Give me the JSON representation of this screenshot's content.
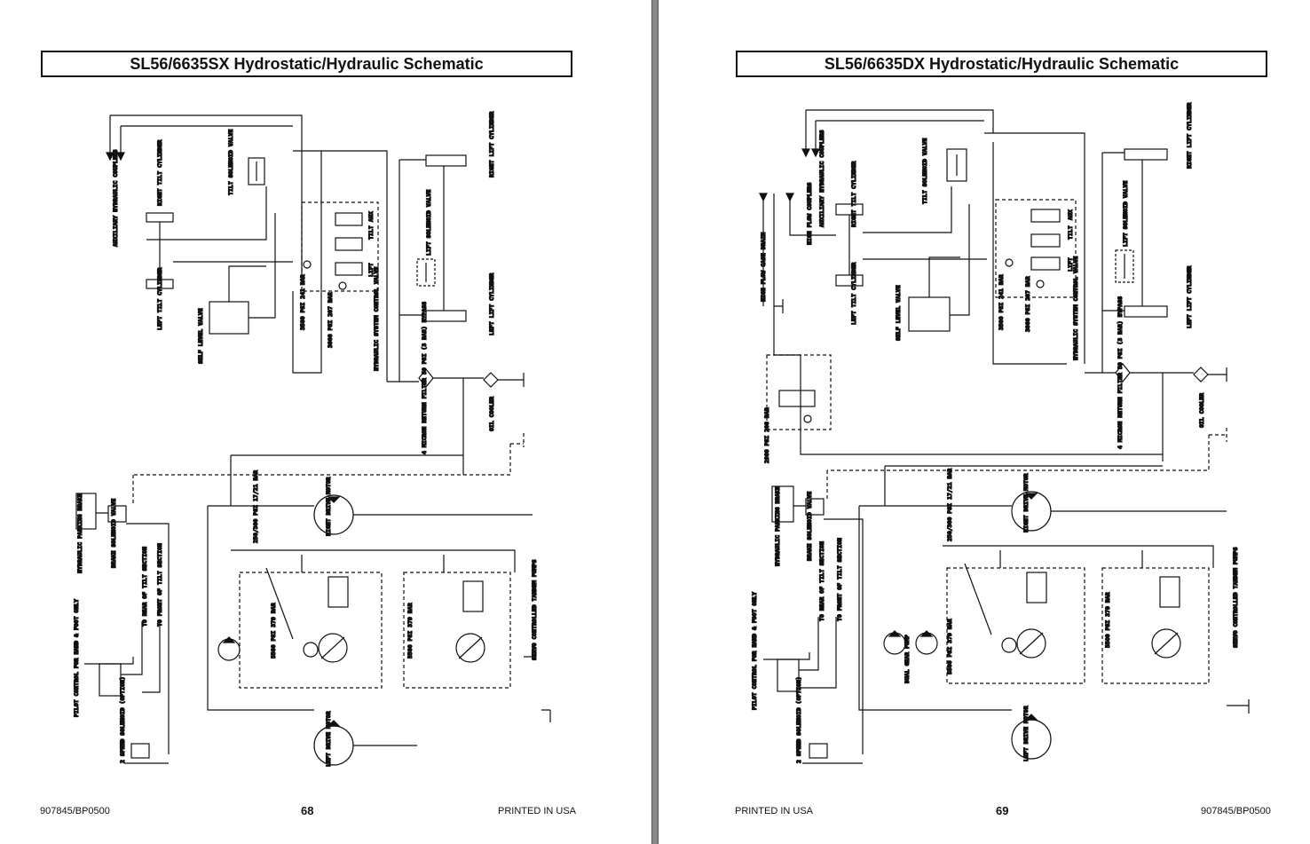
{
  "left_page": {
    "title": "SL56/6635SX Hydrostatic/Hydraulic Schematic",
    "footer": {
      "doc_id": "907845/BP0500",
      "page_number": "68",
      "printed": "PRINTED IN USA"
    },
    "labels": {
      "aux_couplers": "AUXILIARY HYDRAULIC COUPLERS",
      "right_tilt": "RIGHT TILT CYLINDER",
      "left_tilt": "LEFT TILT CYLINDER",
      "tilt_solenoid": "TILT SOLENOID VALVE",
      "tilt": "TILT",
      "aux": "AUX",
      "lift": "LIFT",
      "lift_solenoid": "LIFT SOLENOID VALVE",
      "right_lift": "RIGHT LIFT CYLINDER",
      "left_lift": "LEFT LIFT CYLINDER",
      "self_level": "SELF LEVEL VALVE",
      "psi_3500": "3500 PSI 241 BAR",
      "psi_3000": "3000 PSI 207 BAR",
      "control_valve": "HYDRAULIC SYSTEM CONTROL VALVE",
      "filter": "4 MICRON RETURN FILTER 50 PSI (3 BAR) BYPASS",
      "oil_cooler": "OIL COOLER",
      "parking_brake": "HYDRAULIC PARKING BRAKE",
      "brake_solenoid": "BRAKE SOLENOID VALVE",
      "rear_tilt": "TO REAR OF TILT SECTION",
      "front_tilt": "TO FRONT OF TILT SECTION",
      "psi_250": "250/300 PSI 17/21 BAR",
      "right_motor": "RIGHT DRIVE MOTOR",
      "left_motor": "LEFT DRIVE MOTOR",
      "psi_5500": "5500 PSI 379 BAR",
      "servo_pumps": "SERVO CONTROLLED TANDEM PUMPS",
      "pilot_control": "PILOT CONTROL FOR HAND & FOOT ONLY",
      "two_speed": "2 SPEED SOLENOID (OPTION)"
    }
  },
  "right_page": {
    "title": "SL56/6635DX Hydrostatic/Hydraulic Schematic",
    "footer": {
      "doc_id": "907845/BP0500",
      "page_number": "69",
      "printed": "PRINTED IN USA"
    },
    "labels": {
      "aux_couplers": "AUXILIARY HYDRAULIC COUPLERS",
      "high_flow_drain": "HIGH FLOW CASE DRAIN",
      "high_flow_couplers": "HIGH FLOW COUPLERS",
      "right_tilt": "RIGHT TILT CYLINDER",
      "left_tilt": "LEFT TILT CYLINDER",
      "tilt_solenoid": "TILT SOLENOID VALVE",
      "tilt": "TILT",
      "aux": "AUX",
      "lift": "LIFT",
      "lift_solenoid": "LIFT SOLENOID VALVE",
      "right_lift": "RIGHT LIFT CYLINDER",
      "left_lift": "LEFT LIFT CYLINDER",
      "self_level": "SELF LEVEL VALVE",
      "psi_3500": "3500 PSI 241 BAR",
      "psi_3000": "3000 PSI 207 BAR",
      "control_valve": "HYDRAULIC SYSTEM CONTROL VALVE",
      "filter": "4 MICRON RETURN FILTER 50 PSI (3 BAR) BYPASS",
      "oil_cooler": "OIL COOLER",
      "psi_2900": "2900 PSI 200 BAR",
      "parking_brake": "HYDRAULIC PARKING BRAKE",
      "brake_solenoid": "BRAKE SOLENOID VALVE",
      "rear_tilt": "TO REAR OF TILT SECTION",
      "front_tilt": "TO FRONT OF TILT SECTION",
      "psi_250": "250/300 PSI 17/21 BAR",
      "right_motor": "RIGHT DRIVE MOTOR",
      "left_motor": "LEFT DRIVE MOTOR",
      "psi_5500": "5500 PSI 379 BAR",
      "dual_gear_pump": "DUAL GEAR PUMP",
      "servo_pumps": "SERVO CONTROLLED TANDEM PUMPS",
      "pilot_control": "PILOT CONTROL FOR HAND & FOOT ONLY",
      "two_speed": "2 SPEED SOLENOID (OPTION)"
    }
  }
}
